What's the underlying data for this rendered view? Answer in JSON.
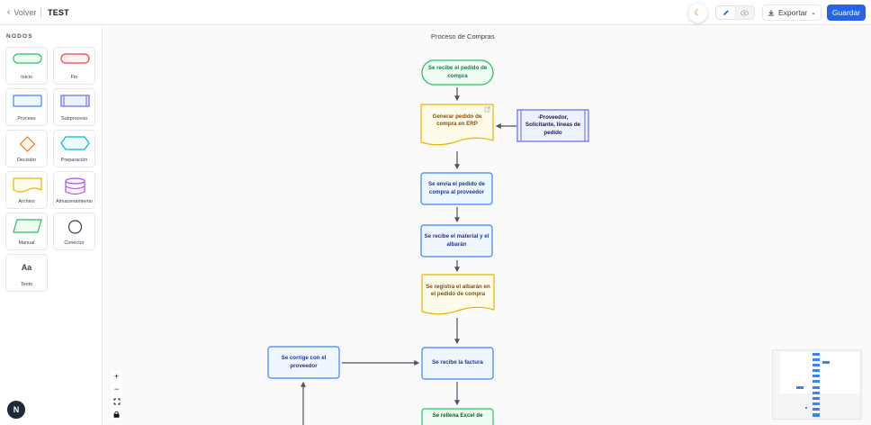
{
  "header": {
    "back_label": "Volver",
    "title": "TEST",
    "export_label": "Exportar",
    "save_label": "Guardar"
  },
  "sidebar": {
    "title": "NODOS",
    "items": [
      {
        "label": "Inicio",
        "icon": "terminal-start-icon",
        "color": "#22c55e"
      },
      {
        "label": "Fin",
        "icon": "terminal-end-icon",
        "color": "#ef4444"
      },
      {
        "label": "Proceso",
        "icon": "process-icon",
        "color": "#3b82f6"
      },
      {
        "label": "Subproceso",
        "icon": "subprocess-icon",
        "color": "#6366f1"
      },
      {
        "label": "Decisión",
        "icon": "decision-icon",
        "color": "#f97316"
      },
      {
        "label": "Preparación",
        "icon": "preparation-icon",
        "color": "#06b6d4"
      },
      {
        "label": "Archivo",
        "icon": "document-icon",
        "color": "#eab308"
      },
      {
        "label": "Almacenamiento",
        "icon": "database-icon",
        "color": "#a855f7"
      },
      {
        "label": "Manual",
        "icon": "manual-input-icon",
        "color": "#22c55e"
      },
      {
        "label": "Conector",
        "icon": "connector-icon",
        "color": "#374151"
      },
      {
        "label": "Texto",
        "icon": "text-icon",
        "color": "#374151"
      }
    ]
  },
  "flow": {
    "title": "Proceso de Compras",
    "nodes": {
      "n1": "Se recibe el pedido de compra",
      "n2": "Generar pedido de compra en ERP",
      "n3": "-Proveedor, Solicitante, líneas de pedido",
      "n4": "Se envía el pedido de compra al proveedor",
      "n5": "Se recibe el material y el albarán",
      "n6": "Se registra el albarán en el pedido de compra",
      "n7": "Se recibe la factura",
      "n8": "Se corrige con el proveedor",
      "n9": "Se rellena Excel de"
    }
  },
  "controls": {
    "zoom_in": "+",
    "zoom_out": "−",
    "fit": "⛶",
    "lock": "🔒"
  },
  "fab_label": "N",
  "colors": {
    "accent": "#2563eb",
    "start_green": "#22c55e",
    "process_blue": "#3b82f6",
    "document_yellow": "#eab308",
    "subprocess_indigo": "#6366f1",
    "arrow": "#4b5563"
  }
}
